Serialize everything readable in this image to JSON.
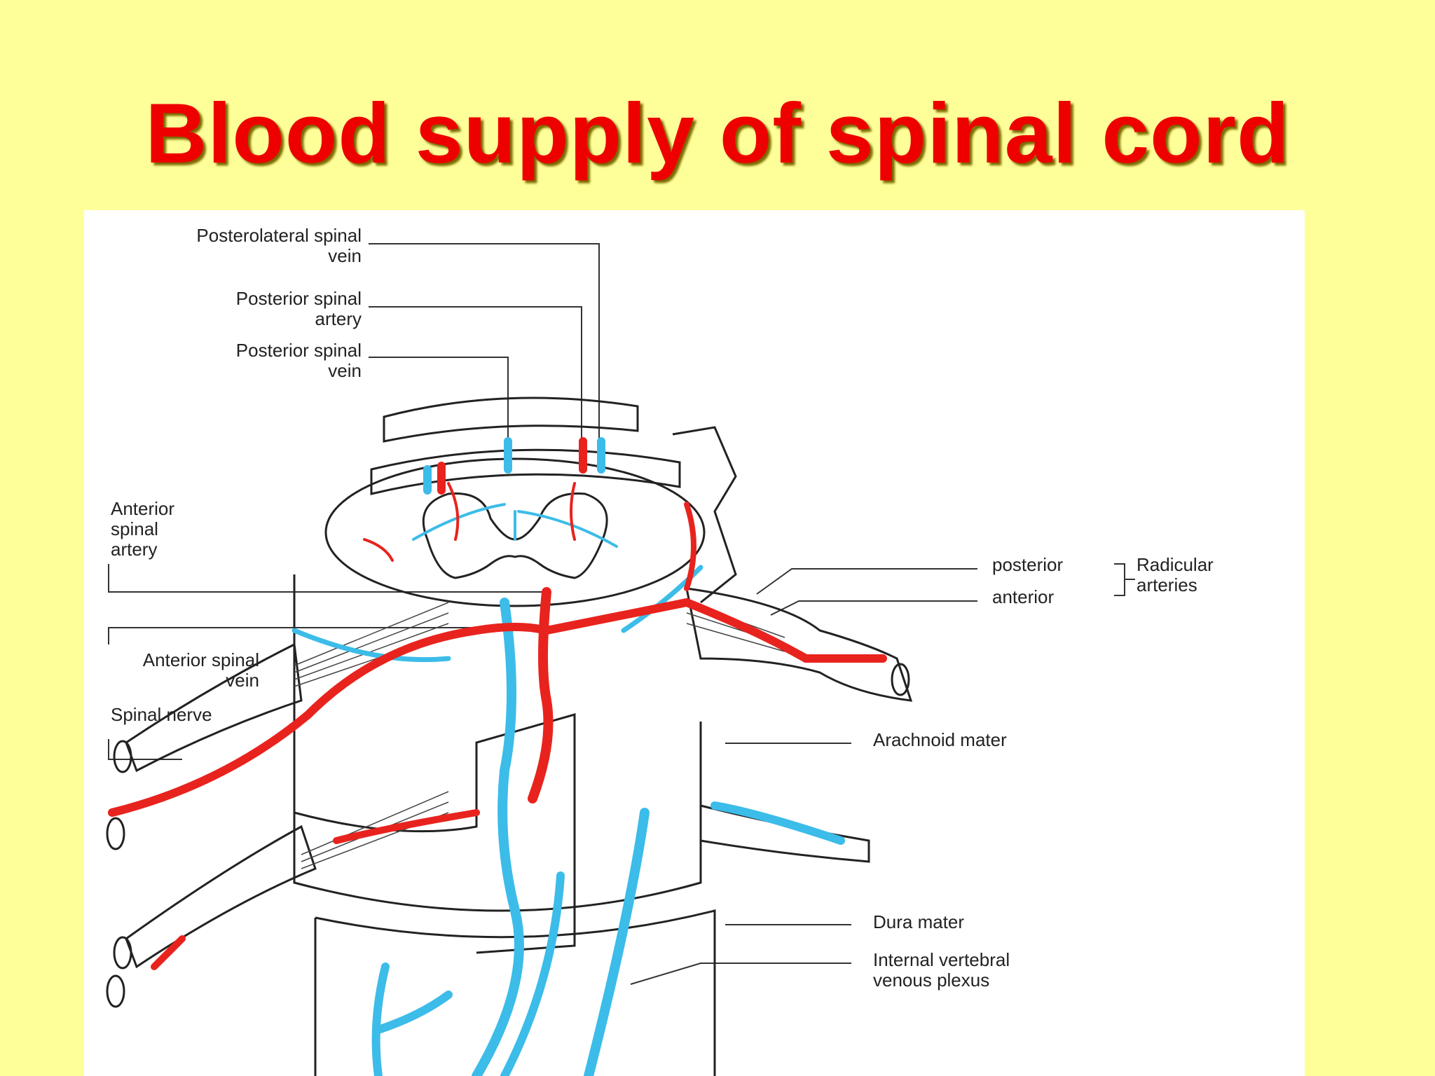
{
  "slide": {
    "title": "Blood supply of spinal cord"
  },
  "labels": {
    "posterolateral_spinal_vein": "Posterolateral spinal\nvein",
    "posterior_spinal_artery": "Posterior spinal\nartery",
    "posterior_spinal_vein": "Posterior spinal\nvein",
    "anterior_spinal_artery": "Anterior\nspinal\nartery",
    "anterior_spinal_vein": "Anterior spinal\nvein",
    "spinal_nerve": "Spinal nerve",
    "radicular_posterior": "posterior",
    "radicular_anterior": "anterior",
    "radicular_arteries": "Radicular\narteries",
    "arachnoid_mater": "Arachnoid mater",
    "dura_mater": "Dura mater",
    "internal_vertebral_venous_plexus": "Internal vertebral\nvenous plexus"
  },
  "colors": {
    "background": "#ffff99",
    "title": "#ee0000",
    "artery": "#e8231e",
    "vein": "#3cbce8",
    "outline": "#222222",
    "panel": "#ffffff"
  }
}
